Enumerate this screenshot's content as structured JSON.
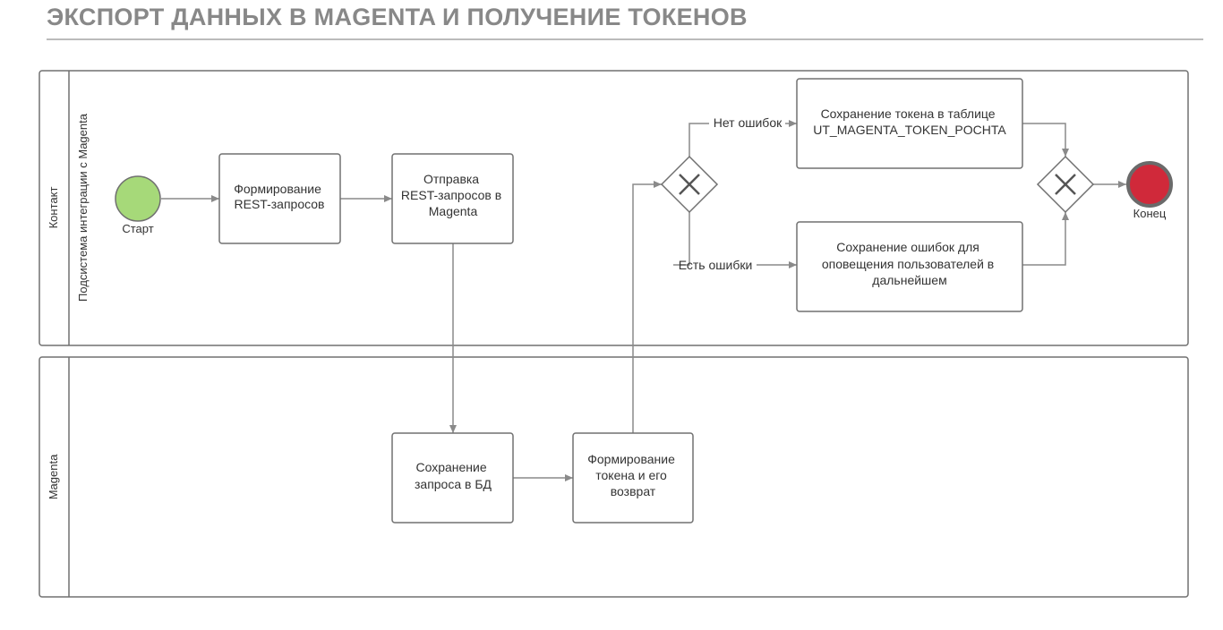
{
  "title": "ЭКСПОРТ ДАННЫХ В MAGENTA И ПОЛУЧЕНИЕ ТОКЕНОВ",
  "pools": [
    {
      "id": "contact",
      "label": "Контакт",
      "lane_label": "Подсистема интеграции с Magenta"
    },
    {
      "id": "magenta",
      "label": "Magenta",
      "lane_label": ""
    }
  ],
  "events": {
    "start": {
      "label": "Старт",
      "color": "#a6d979"
    },
    "end": {
      "label": "Конец",
      "color": "#d0293a"
    }
  },
  "tasks": {
    "form_rest": [
      "Формирование",
      "REST-запросов"
    ],
    "send_rest": [
      "Отправка",
      "REST-запросов в",
      "Magenta"
    ],
    "save_request": [
      "Сохранение",
      "запроса в БД"
    ],
    "form_token": [
      "Формирование",
      "токена и его",
      "возврат"
    ],
    "save_token": [
      "Сохранение токена в таблице",
      "UT_MAGENTA_TOKEN_POCHTA"
    ],
    "save_errors": [
      "Сохранение ошибок для",
      "оповещения пользователей в",
      "дальнейшем"
    ]
  },
  "flow_labels": {
    "no_errors": "Нет ошибок",
    "has_errors": "Есть ошибки"
  }
}
